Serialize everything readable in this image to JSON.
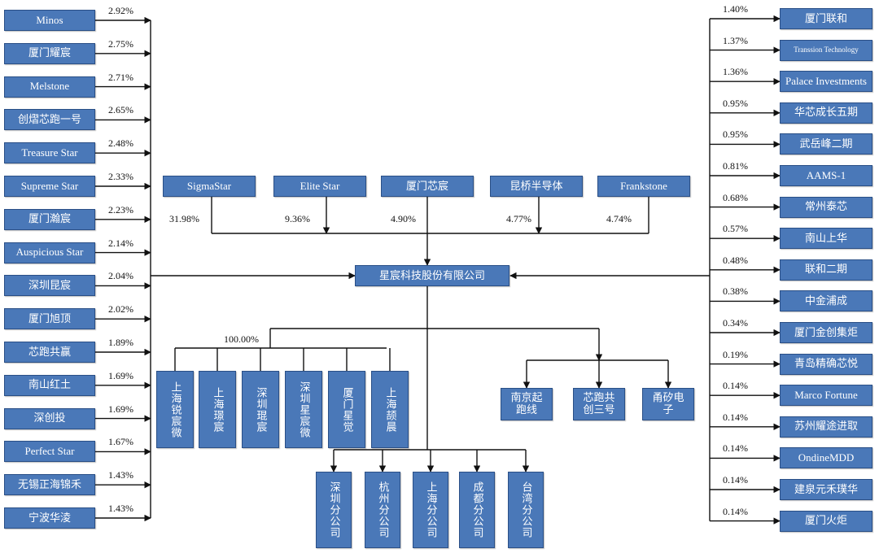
{
  "center": {
    "label": "星宸科技股份有限公司"
  },
  "left_shareholders": [
    {
      "name": "Minos",
      "pct": "2.92%"
    },
    {
      "name": "厦门耀宸",
      "pct": "2.75%"
    },
    {
      "name": "Melstone",
      "pct": "2.71%"
    },
    {
      "name": "创熠芯跑一号",
      "pct": "2.65%"
    },
    {
      "name": "Treasure Star",
      "pct": "2.48%"
    },
    {
      "name": "Supreme Star",
      "pct": "2.33%"
    },
    {
      "name": "厦门瀚宸",
      "pct": "2.23%"
    },
    {
      "name": "Auspicious Star",
      "pct": "2.14%"
    },
    {
      "name": "深圳昆宸",
      "pct": "2.04%"
    },
    {
      "name": "厦门旭顶",
      "pct": "2.02%"
    },
    {
      "name": "芯跑共赢",
      "pct": "1.89%"
    },
    {
      "name": "南山红土",
      "pct": "1.69%"
    },
    {
      "name": "深创投",
      "pct": "1.69%"
    },
    {
      "name": "Perfect Star",
      "pct": "1.67%"
    },
    {
      "name": "无锡正海锦禾",
      "pct": "1.43%"
    },
    {
      "name": "宁波华淩",
      "pct": "1.43%"
    }
  ],
  "right_shareholders": [
    {
      "name": "厦门联和",
      "pct": "1.40%"
    },
    {
      "name": "Transsion Technology",
      "pct": "1.37%"
    },
    {
      "name": "Palace Investments",
      "pct": "1.36%"
    },
    {
      "name": "华芯成长五期",
      "pct": "0.95%"
    },
    {
      "name": "武岳峰二期",
      "pct": "0.95%"
    },
    {
      "name": "AAMS-1",
      "pct": "0.81%"
    },
    {
      "name": "常州泰芯",
      "pct": "0.68%"
    },
    {
      "name": "南山上华",
      "pct": "0.57%"
    },
    {
      "name": "联和二期",
      "pct": "0.48%"
    },
    {
      "name": "中金浦成",
      "pct": "0.38%"
    },
    {
      "name": "厦门金创集炬",
      "pct": "0.34%"
    },
    {
      "name": "青岛精确芯悦",
      "pct": "0.19%"
    },
    {
      "name": "Marco Fortune",
      "pct": "0.14%"
    },
    {
      "name": "苏州耀途进取",
      "pct": "0.14%"
    },
    {
      "name": "OndineMDD",
      "pct": "0.14%"
    },
    {
      "name": "建泉元禾璞华",
      "pct": "0.14%"
    },
    {
      "name": "厦门火炬",
      "pct": "0.14%"
    }
  ],
  "top_shareholders": [
    {
      "name": "SigmaStar",
      "pct": "31.98%"
    },
    {
      "name": "Elite Star",
      "pct": "9.36%"
    },
    {
      "name": "厦门芯宸",
      "pct": "4.90%"
    },
    {
      "name": "昆桥半导体",
      "pct": "4.77%"
    },
    {
      "name": "Frankstone",
      "pct": "4.74%"
    }
  ],
  "subsidiary_pct": "100.00%",
  "subsidiaries": [
    "上海锐宸微",
    "上海璟宸",
    "深圳琨宸",
    "深圳星宸微",
    "厦门星觉",
    "上海颉晨"
  ],
  "branches": [
    "深圳分公司",
    "杭州分公司",
    "上海分公司",
    "成都分公司",
    "台湾分公司"
  ],
  "invested": [
    "南京起跑线",
    "芯跑共创三号",
    "甬矽电子"
  ]
}
